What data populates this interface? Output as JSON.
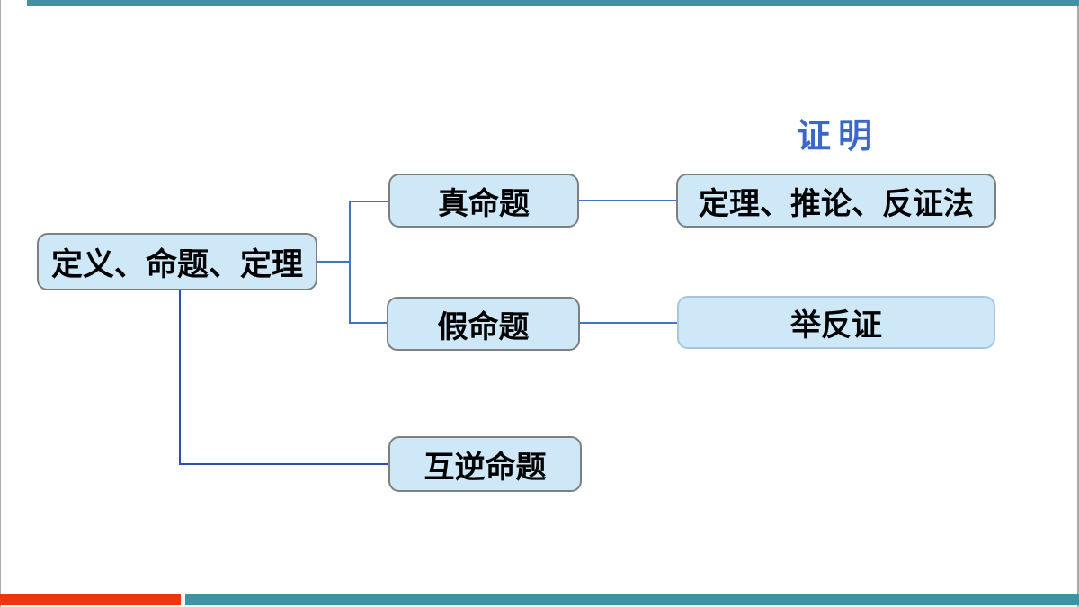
{
  "slide": {
    "heading": {
      "text": "证明",
      "color": "#3a67c8"
    },
    "nodes": [
      {
        "id": "root",
        "label": "定义、命题、定理"
      },
      {
        "id": "true-prop",
        "label": "真命题"
      },
      {
        "id": "false-prop",
        "label": "假命题"
      },
      {
        "id": "proof-methods",
        "label": "定理、推论、反证法"
      },
      {
        "id": "counterexample",
        "label": "举反证"
      },
      {
        "id": "converse-props",
        "label": "互逆命题"
      }
    ],
    "colors": {
      "node_fill": "#cee8f8",
      "node_border": "#7f7f7f",
      "connector_blue": "#4472c4",
      "connector_dark_blue": "#2e4fa5",
      "heading_blue": "#3a67c8",
      "top_bar_teal": "#3e92a2",
      "footer_bar_teal": "#3e92a2",
      "footer_bar_red": "#ee3512",
      "frame_gray": "#ababab"
    }
  }
}
